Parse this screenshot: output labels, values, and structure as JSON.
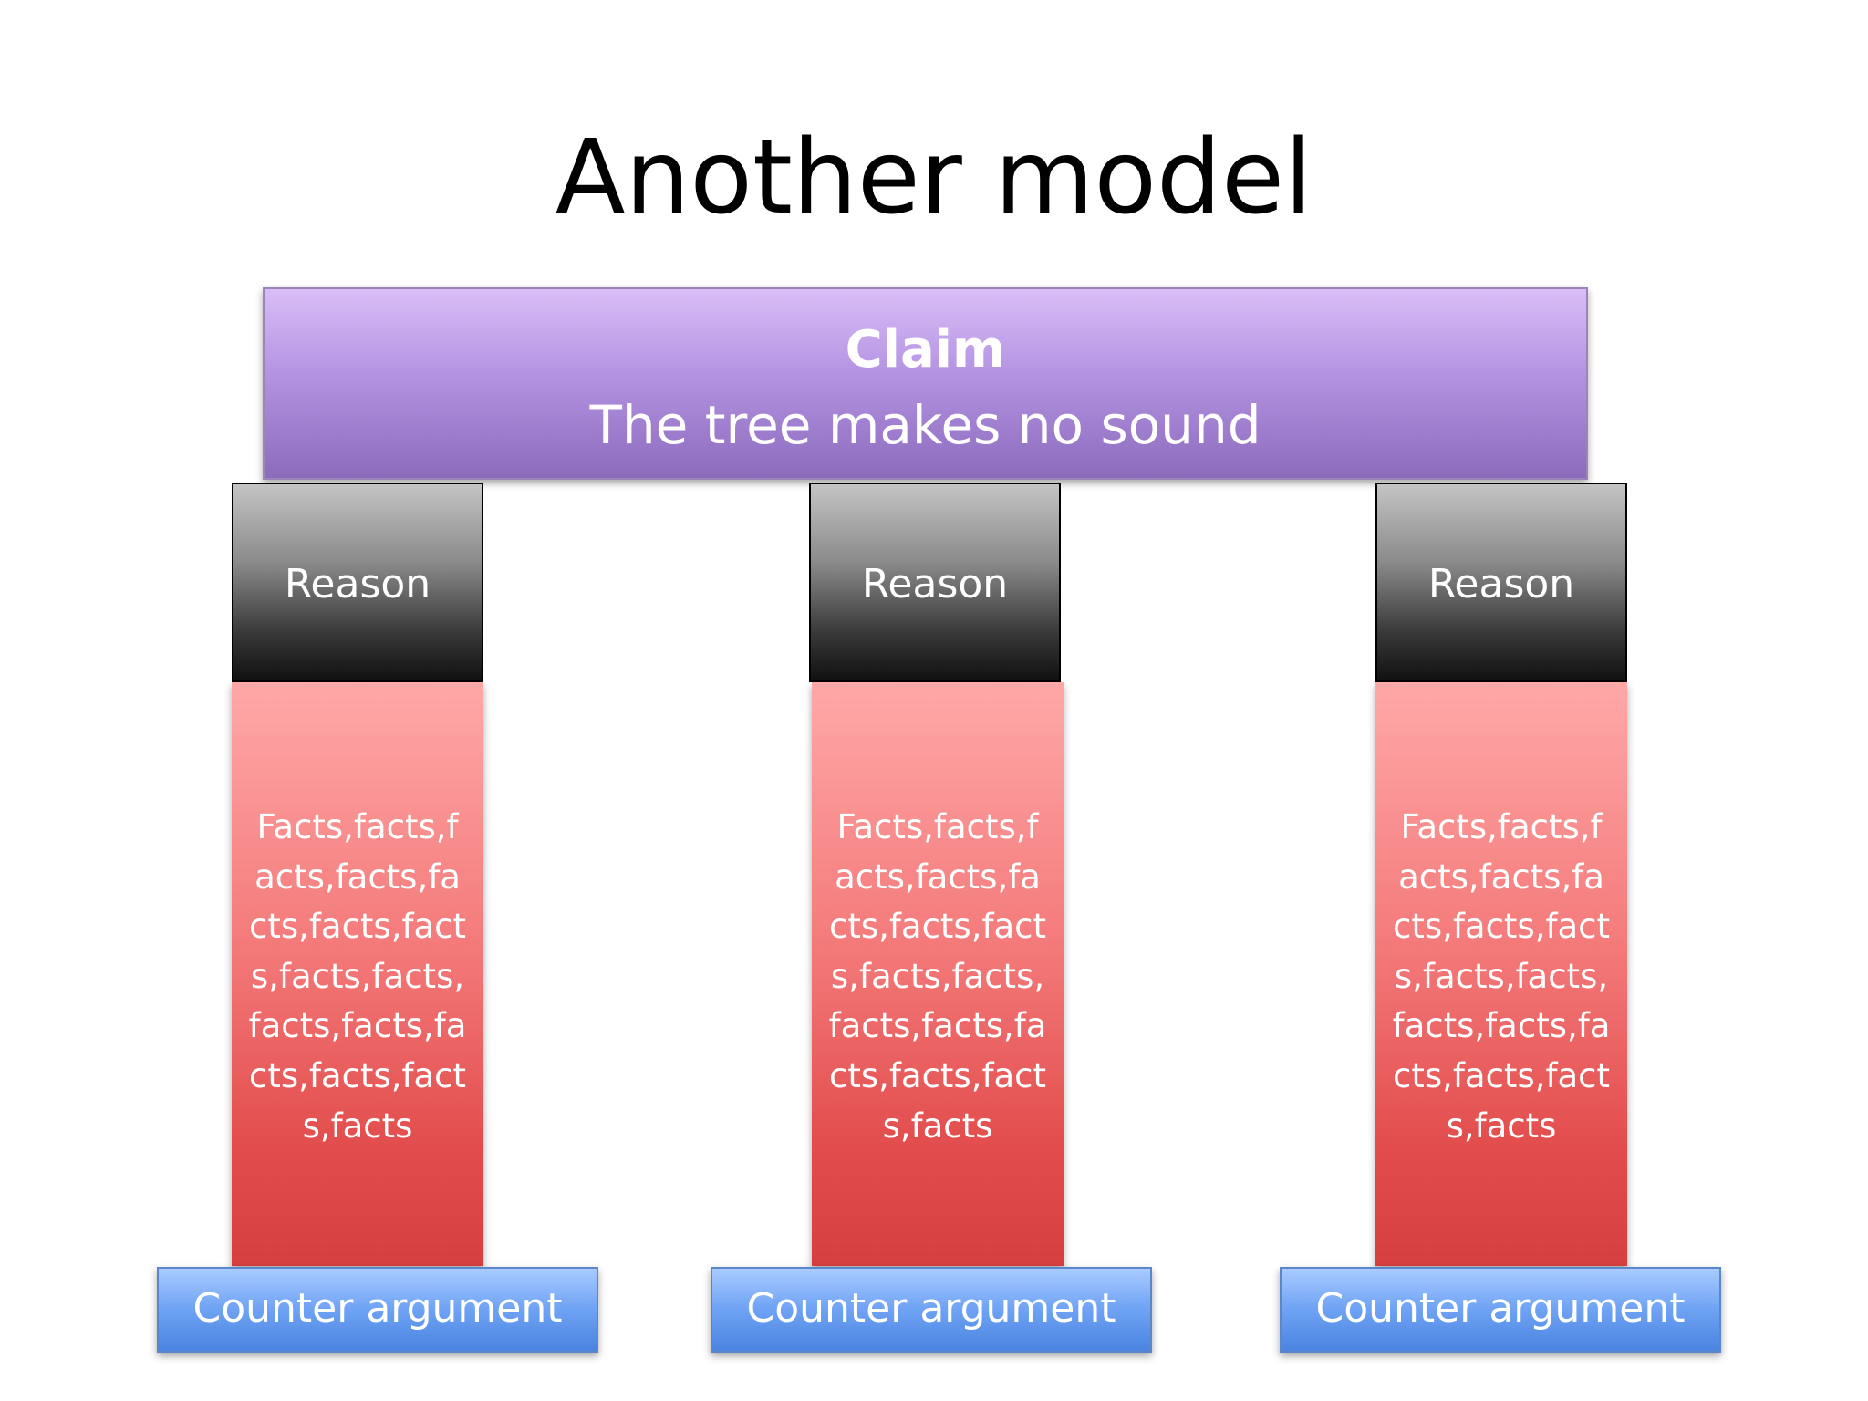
{
  "title": "Another model",
  "claim": {
    "label": "Claim",
    "text": "The tree makes no sound"
  },
  "pillars": [
    {
      "reason": "Reason",
      "facts": "Facts,facts,facts,facts,facts,facts,facts,facts,facts,facts,facts,facts,facts,facts,facts",
      "counter": "Counter argument"
    },
    {
      "reason": "Reason",
      "facts": "Facts,facts,facts,facts,facts,facts,facts,facts,facts,facts,facts,facts,facts,facts,facts",
      "counter": "Counter argument"
    },
    {
      "reason": "Reason",
      "facts": "Facts,facts,facts,facts,facts,facts,facts,facts,facts,facts,facts,facts,facts,facts,facts",
      "counter": "Counter argument"
    }
  ],
  "colors": {
    "claim": "#b493e2",
    "reason": "#3a3a3a",
    "facts": "#f47a7a",
    "counter": "#6ea2f4"
  }
}
